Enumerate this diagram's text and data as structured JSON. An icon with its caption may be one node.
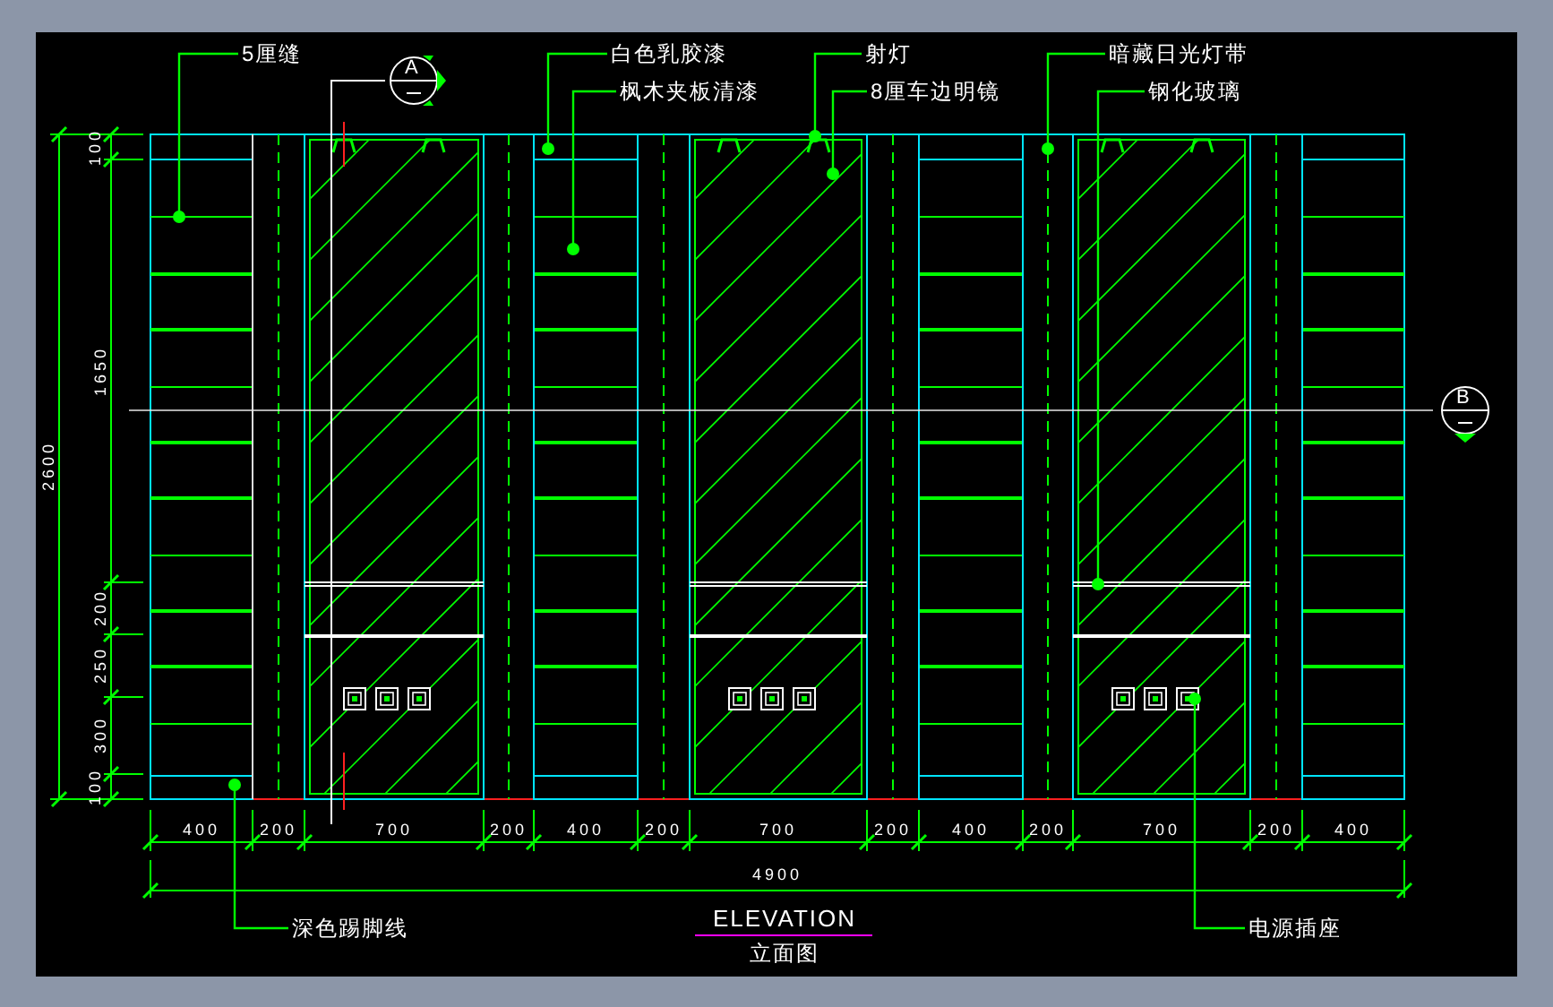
{
  "diagram": {
    "title": "ELEVATION",
    "caption": "立面图",
    "nodes": [
      {
        "text": [
          "5厘缝"
        ]
      },
      {
        "text": [
          "A"
        ]
      },
      {
        "text": [
          "白色乳胶漆"
        ]
      },
      {
        "text": [
          "枫木夹板清漆"
        ]
      },
      {
        "text": [
          "射灯"
        ]
      },
      {
        "text": [
          "8厘车边明镜"
        ]
      },
      {
        "text": [
          "暗藏日光灯带"
        ]
      },
      {
        "text": [
          "钢化玻璃"
        ]
      },
      {
        "text": [
          "B"
        ]
      },
      {
        "text": [
          "深色踢脚线"
        ]
      },
      {
        "text": [
          "电源插座"
        ]
      }
    ],
    "edges": [
      {
        "from": 0,
        "to": null,
        "arrow": "other"
      },
      {
        "from": 2,
        "to": null,
        "arrow": "other"
      },
      {
        "from": 3,
        "to": null,
        "arrow": "other"
      },
      {
        "from": 4,
        "to": null,
        "arrow": "other"
      },
      {
        "from": 5,
        "to": null,
        "arrow": "other"
      },
      {
        "from": 6,
        "to": null,
        "arrow": "other"
      },
      {
        "from": 7,
        "to": null,
        "arrow": "other"
      },
      {
        "from": 9,
        "to": null,
        "arrow": "other"
      },
      {
        "from": 10,
        "to": null,
        "arrow": "other"
      }
    ],
    "labels": [
      "100",
      "1650",
      "200",
      "250",
      "300",
      "100",
      "2600",
      "400",
      "200",
      "700",
      "200",
      "400",
      "200",
      "700",
      "200",
      "400",
      "200",
      "700",
      "200",
      "400",
      "4900"
    ]
  }
}
